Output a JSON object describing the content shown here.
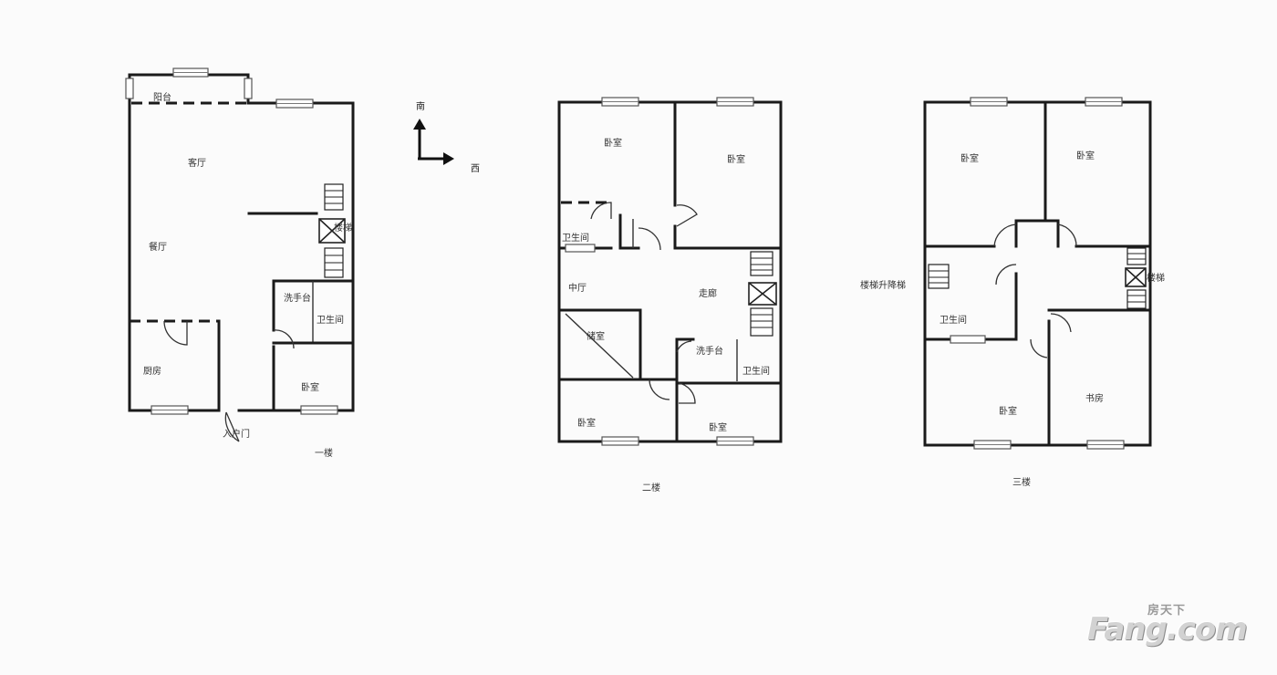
{
  "compass": {
    "north_label": "南",
    "east_label": "西"
  },
  "floors": [
    {
      "id": "floor-1",
      "label": "一楼",
      "rooms": {
        "terrace": "阳台",
        "living": "客厅",
        "dining": "餐厅",
        "stair_label": "楼梯",
        "wash": "洗手台",
        "bath": "卫生间",
        "kitchen": "厨房",
        "bedroom": "卧室",
        "entrance": "入户门"
      }
    },
    {
      "id": "floor-2",
      "label": "二楼",
      "rooms": {
        "bedroom_nw": "卧室",
        "bedroom_ne": "卧室",
        "bath_w": "卫生间",
        "hall": "中厅",
        "corridor": "走廊",
        "storage": "储室",
        "wash": "洗手台",
        "bath_e": "卫生间",
        "bedroom_sw": "卧室",
        "bedroom_se": "卧室"
      }
    },
    {
      "id": "floor-3",
      "label": "三楼",
      "rooms": {
        "bedroom_nw": "卧室",
        "bedroom_ne": "卧室",
        "stair_note": "楼梯升降梯",
        "bath": "卫生间",
        "stair_label": "楼梯",
        "bedroom_sw": "卧室",
        "study": "书房"
      }
    }
  ],
  "watermark": {
    "brand": "Fang.com",
    "brand_cn": "房天下"
  },
  "colors": {
    "wall": "#1a1a1a",
    "background": "#fbfbfb"
  }
}
